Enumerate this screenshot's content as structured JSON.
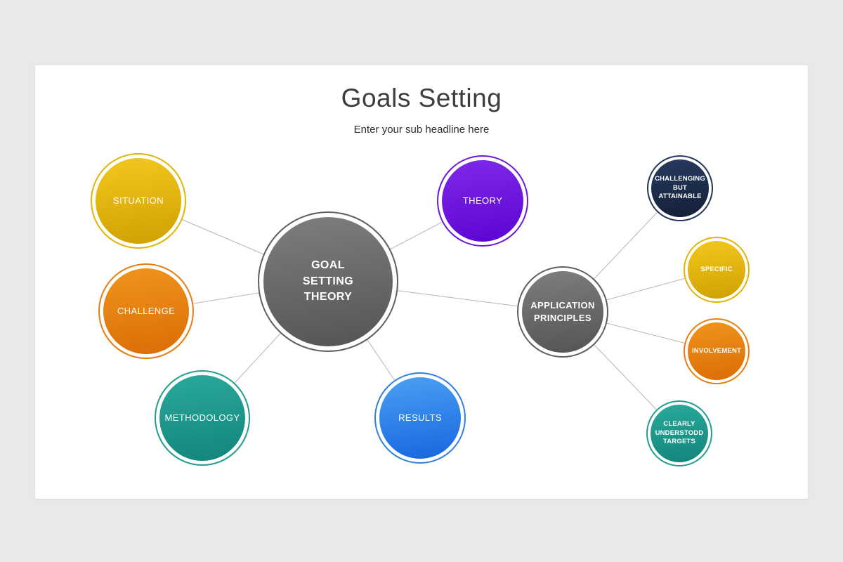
{
  "page": {
    "background": "#e9e9e9",
    "slide_background": "#ffffff"
  },
  "header": {
    "title": "Goals Setting",
    "subtitle": "Enter your sub headline here"
  },
  "diagram": {
    "connector_color": "#b5b5b5",
    "hub": {
      "label": "GOAL SETTING THEORY",
      "color": "gray",
      "gradient_top": "#7e7e7e",
      "gradient_bottom": "#545454",
      "ring": "#5f5f5f"
    },
    "subhub": {
      "label": "APPLICATION PRINCIPLES",
      "color": "gray",
      "gradient_top": "#7e7e7e",
      "gradient_bottom": "#545454",
      "ring": "#5f5f5f"
    },
    "primary": [
      {
        "label": "SITUATION",
        "color": "gold",
        "gradient_top": "#f3c81d",
        "gradient_bottom": "#cfa002",
        "ring": "#e3b404"
      },
      {
        "label": "CHALLENGE",
        "color": "orange",
        "gradient_top": "#f1941d",
        "gradient_bottom": "#d96d05",
        "ring": "#e87c10"
      },
      {
        "label": "METHODOLOGY",
        "color": "teal",
        "gradient_top": "#2aa99b",
        "gradient_bottom": "#12857a",
        "ring": "#1f9e90"
      },
      {
        "label": "THEORY",
        "color": "purple",
        "gradient_top": "#7e2ae8",
        "gradient_bottom": "#5c04d2",
        "ring": "#6b16de"
      },
      {
        "label": "RESULTS",
        "color": "blue",
        "gradient_top": "#4aa0f2",
        "gradient_bottom": "#1766e0",
        "ring": "#2e7fe0"
      }
    ],
    "secondary": [
      {
        "label": "CHALLENGING BUT ATTAINABLE",
        "color": "navy",
        "gradient_top": "#283a60",
        "gradient_bottom": "#131f38",
        "ring": "#22345a"
      },
      {
        "label": "SPECIFIC",
        "color": "gold",
        "gradient_top": "#f3c81d",
        "gradient_bottom": "#cfa002",
        "ring": "#e3b404"
      },
      {
        "label": "INVOLVEMENT",
        "color": "orange",
        "gradient_top": "#f1941d",
        "gradient_bottom": "#d96d05",
        "ring": "#e87c10"
      },
      {
        "label": "CLEARLY UNDERSTODD TARGETS",
        "color": "teal",
        "gradient_top": "#2aa99b",
        "gradient_bottom": "#12857a",
        "ring": "#1f9e90"
      }
    ]
  }
}
